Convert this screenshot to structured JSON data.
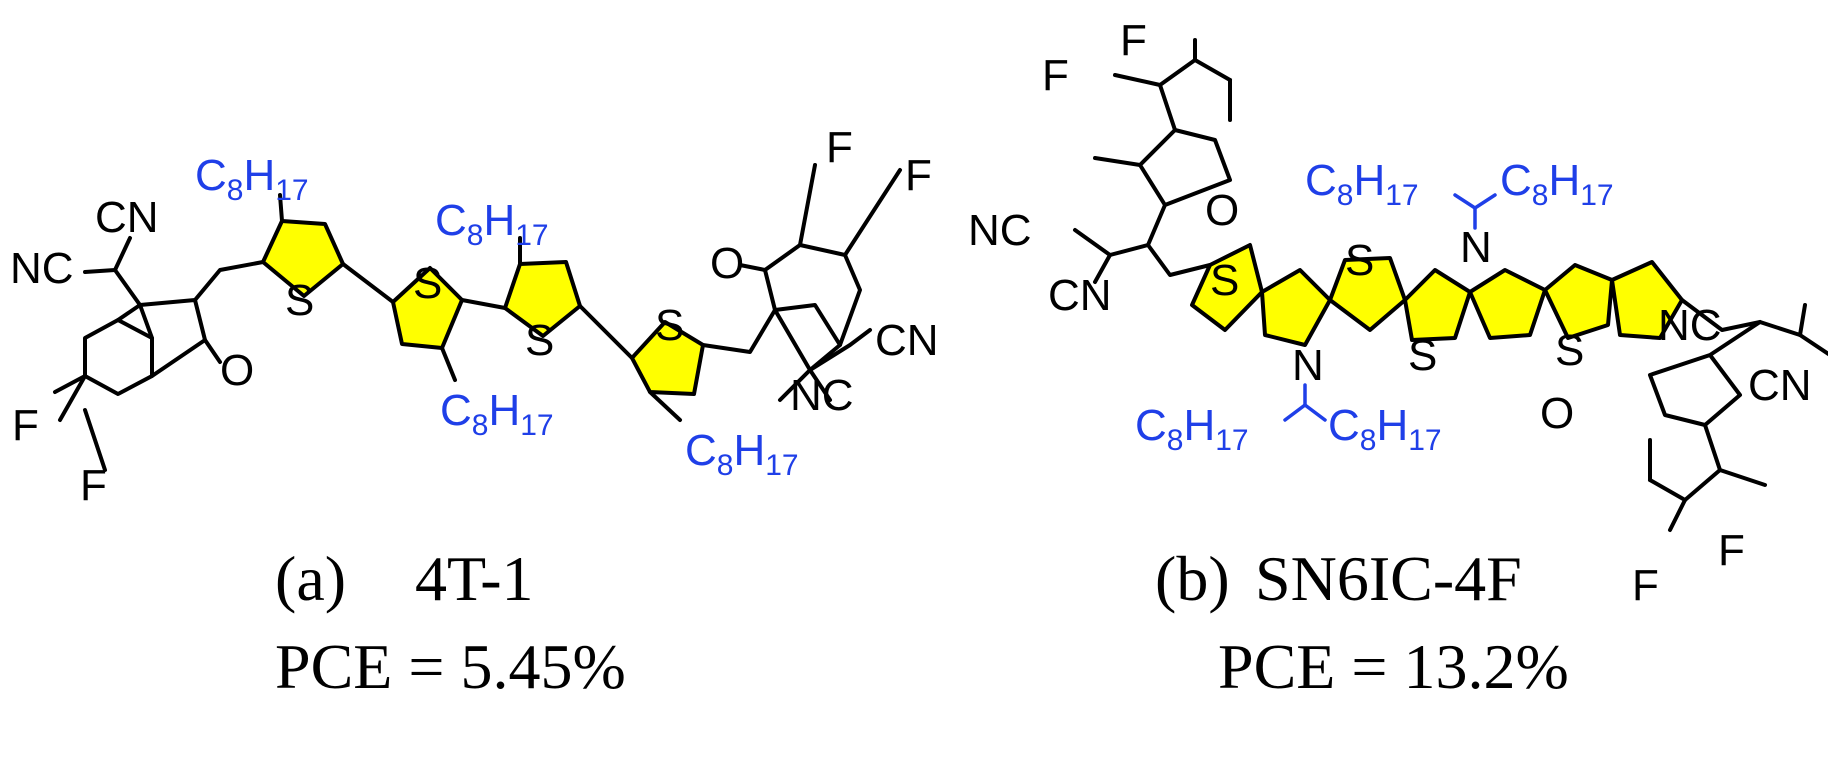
{
  "colors": {
    "donor_core": "#ffff00",
    "alkyl_chain": "#1f3fe8",
    "bond": "#000000",
    "background": "#ffffff"
  },
  "labels": {
    "atom_F": "F",
    "atom_S": "S",
    "atom_N": "N",
    "atom_O": "O",
    "group_NC": "NC",
    "group_CN": "CN",
    "chain_C": "C",
    "chain_C_sub": "8",
    "chain_H": "H",
    "chain_H_sub": "17"
  },
  "molecules": [
    {
      "id": "a",
      "caption_tag": "(a)",
      "name": "4T-1",
      "pce_text": "PCE = 5.45%"
    },
    {
      "id": "b",
      "caption_tag": "(b)",
      "name": "SN6IC-4F",
      "pce_text": "PCE = 13.2%"
    }
  ]
}
